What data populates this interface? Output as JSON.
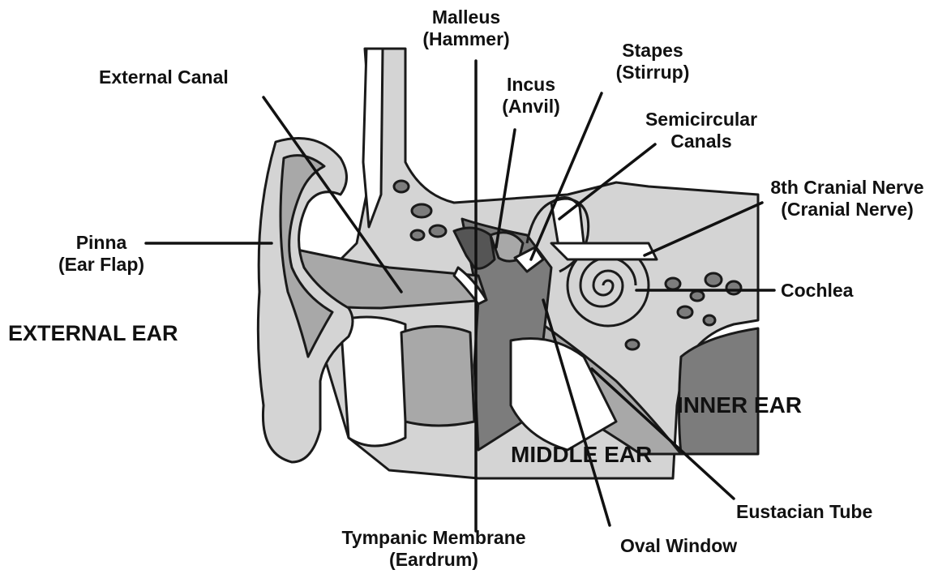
{
  "labels": {
    "malleus": {
      "line1": "Malleus",
      "line2": "(Hammer)"
    },
    "external_canal": "External Canal",
    "incus": {
      "line1": "Incus",
      "line2": "(Anvil)"
    },
    "stapes": {
      "line1": "Stapes",
      "line2": "(Stirrup)"
    },
    "semicircular": {
      "line1": "Semicircular",
      "line2": "Canals"
    },
    "cranial_nerve": {
      "line1": "8th Cranial Nerve",
      "line2": "(Cranial Nerve)"
    },
    "pinna": {
      "line1": "Pinna",
      "line2": "(Ear Flap)"
    },
    "cochlea": "Cochlea",
    "eustacian": "Eustacian Tube",
    "tympanic": {
      "line1": "Tympanic Membrane",
      "line2": "(Eardrum)"
    },
    "oval_window": "Oval Window"
  },
  "regions": {
    "external": "EXTERNAL EAR",
    "middle": "MIDDLE EAR",
    "inner": "INNER EAR"
  },
  "colors": {
    "outline": "#1a1a1a",
    "light_gray": "#d4d4d4",
    "mid_gray": "#a8a8a8",
    "dark_gray": "#7c7c7c",
    "darkest_gray": "#555555"
  }
}
